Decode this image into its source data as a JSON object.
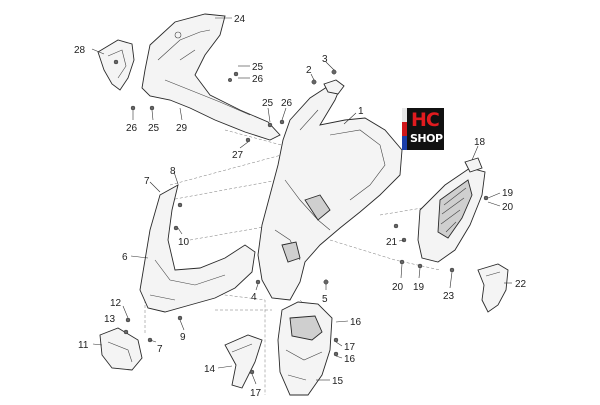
{
  "logo": {
    "main": "HC",
    "sub": "SHOP"
  },
  "callouts": [
    {
      "id": "c24",
      "text": "24"
    },
    {
      "id": "c28",
      "text": "28"
    },
    {
      "id": "c25a",
      "text": "25"
    },
    {
      "id": "c26a",
      "text": "26"
    },
    {
      "id": "c3",
      "text": "3"
    },
    {
      "id": "c2",
      "text": "2"
    },
    {
      "id": "c1",
      "text": "1"
    },
    {
      "id": "c26b",
      "text": "26"
    },
    {
      "id": "c25b",
      "text": "25"
    },
    {
      "id": "c29",
      "text": "29"
    },
    {
      "id": "c25c",
      "text": "25"
    },
    {
      "id": "c26c",
      "text": "26"
    },
    {
      "id": "c27",
      "text": "27"
    },
    {
      "id": "c18",
      "text": "18"
    },
    {
      "id": "c8",
      "text": "8"
    },
    {
      "id": "c7a",
      "text": "7"
    },
    {
      "id": "c19a",
      "text": "19"
    },
    {
      "id": "c20a",
      "text": "20"
    },
    {
      "id": "c10",
      "text": "10"
    },
    {
      "id": "c21",
      "text": "21"
    },
    {
      "id": "c6",
      "text": "6"
    },
    {
      "id": "c22",
      "text": "22"
    },
    {
      "id": "c20b",
      "text": "20"
    },
    {
      "id": "c19b",
      "text": "19"
    },
    {
      "id": "c23",
      "text": "23"
    },
    {
      "id": "c4",
      "text": "4"
    },
    {
      "id": "c5",
      "text": "5"
    },
    {
      "id": "c12",
      "text": "12"
    },
    {
      "id": "c13",
      "text": "13"
    },
    {
      "id": "c16a",
      "text": "16"
    },
    {
      "id": "c9",
      "text": "9"
    },
    {
      "id": "c11",
      "text": "11"
    },
    {
      "id": "c7b",
      "text": "7"
    },
    {
      "id": "c17a",
      "text": "17"
    },
    {
      "id": "c16b",
      "text": "16"
    },
    {
      "id": "c14",
      "text": "14"
    },
    {
      "id": "c15",
      "text": "15"
    },
    {
      "id": "c17b",
      "text": "17"
    }
  ]
}
